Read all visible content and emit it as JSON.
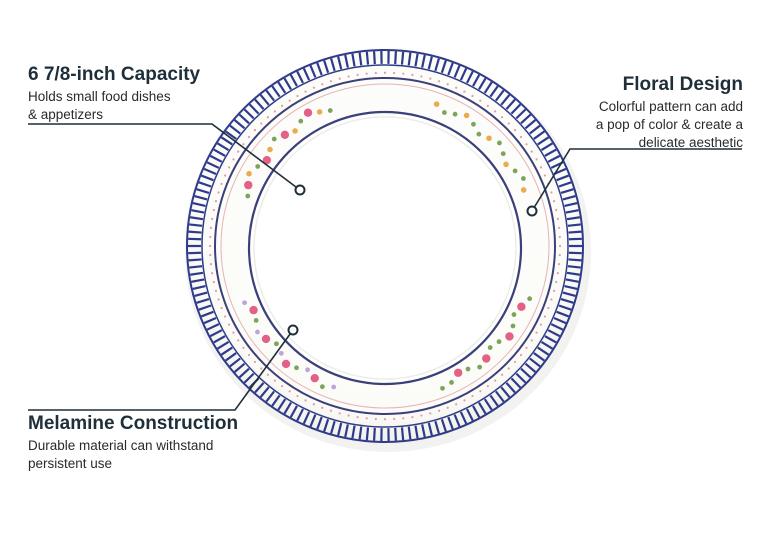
{
  "callouts": {
    "capacity": {
      "title": "6 7/8-inch Capacity",
      "lines": [
        "Holds small food dishes",
        "& appetizers"
      ]
    },
    "floral": {
      "title": "Floral Design",
      "lines": [
        "Colorful pattern can add",
        "a pop of color & create a",
        "delicate aesthetic"
      ]
    },
    "melamine": {
      "title": "Melamine Construction",
      "lines": [
        "Durable material can withstand",
        "persistent use"
      ]
    }
  },
  "colors": {
    "rim_blue": "#2e3a8c",
    "accent_line": "#3b3f7a",
    "plate_white": "#fdfdfb",
    "flower_pink": "#e0507a",
    "flower_orange": "#e8a43a",
    "leaf_green": "#6f9a4a",
    "text_dark": "#1f2f3a"
  }
}
